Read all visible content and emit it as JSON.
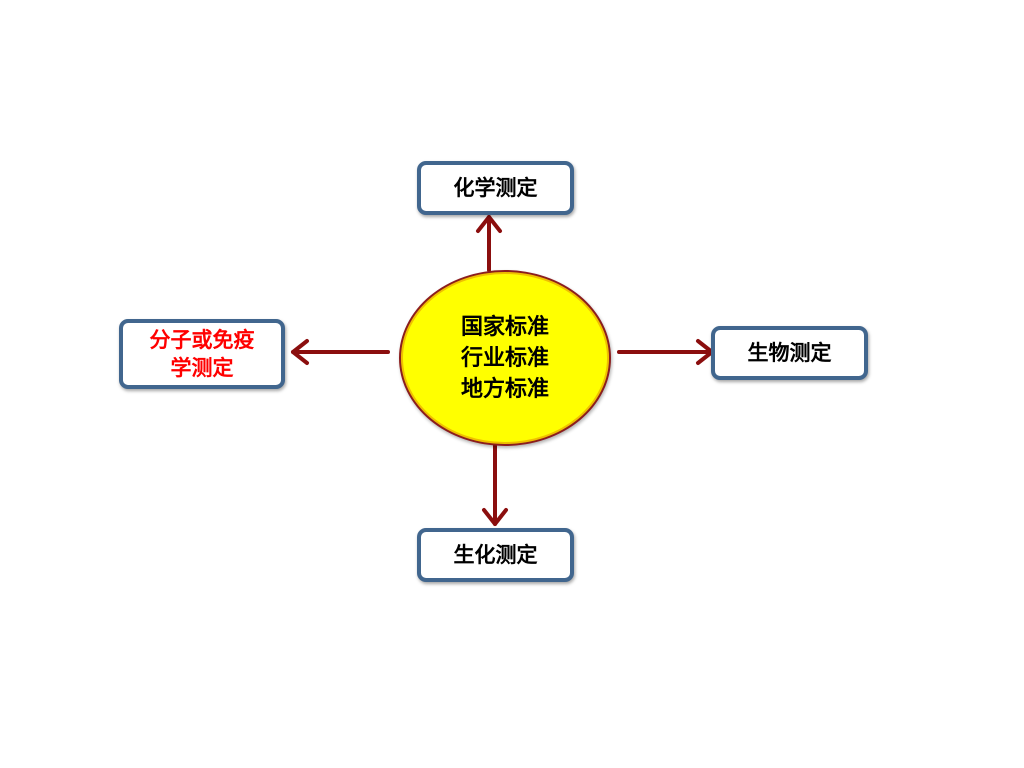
{
  "center": {
    "lines": [
      "国家标准",
      "行业标准",
      "地方标准"
    ]
  },
  "nodes": {
    "top": {
      "label": "化学测定"
    },
    "right": {
      "label": "生物测定"
    },
    "bottom": {
      "label": "生化测定"
    },
    "left": {
      "lines": [
        "分子或免疫",
        "学测定"
      ]
    }
  },
  "colors": {
    "arrow": "#8b0e0e",
    "box_border": "#41668e",
    "center_fill": "#ffff00",
    "highlight_text": "#ff0000"
  }
}
